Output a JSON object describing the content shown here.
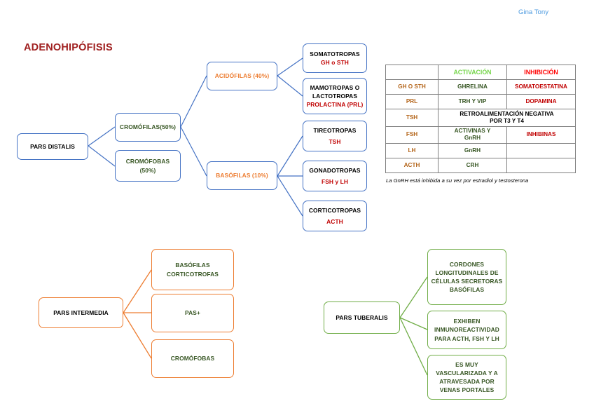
{
  "author": "Gina Tony",
  "title": "ADENOHIPÓFISIS",
  "colors": {
    "title": "#A02020",
    "author": "#4E9BE0",
    "blue_border": "#4472C4",
    "orange_border": "#ED7D31",
    "green_border": "#70AD47",
    "red_text": "#C00000",
    "green_text": "#375623",
    "orange_text": "#ED7D31",
    "brown_text": "#B4651A",
    "header_green": "#76D64B",
    "header_red": "#FF0000"
  },
  "pars_distalis": {
    "root": "PARS DISTALIS",
    "level2": [
      {
        "label": "CROMÓFILAS(50%)"
      },
      {
        "label_line1": "CROMÓFOBAS",
        "label_line2": "(50%)"
      }
    ],
    "level3": [
      {
        "label": "ACIDÓFILAS (40%)"
      },
      {
        "label": "BASÓFILAS (10%)"
      }
    ],
    "acidofilas_children": [
      {
        "name": "SOMATOTROPAS",
        "hormone": "GH o STH"
      },
      {
        "name_line1": "MAMOTROPAS O",
        "name_line2": "LACTOTROPAS",
        "hormone": "PROLACTINA (PRL)"
      }
    ],
    "basofilas_children": [
      {
        "name": "TIREOTROPAS",
        "hormone": "TSH"
      },
      {
        "name": "GONADOTROPAS",
        "hormone": "FSH y LH"
      },
      {
        "name": "CORTICOTROPAS",
        "hormone": "ACTH"
      }
    ]
  },
  "table": {
    "headers": [
      "",
      "ACTIVACIÓN",
      "INHIBICIÓN"
    ],
    "rows": [
      {
        "label": "GH O STH",
        "activacion": "GHRELINA",
        "inhibicion": "SOMATOESTATINA"
      },
      {
        "label": "PRL",
        "activacion": "TRH Y VIP",
        "inhibicion": "DOPAMINA"
      },
      {
        "label": "TSH",
        "span_text_line1": "RETROALIMENTACIÓN NEGATIVA",
        "span_text_line2": "POR T3 Y T4"
      },
      {
        "label": "FSH",
        "activacion_line1": "ACTIVINAS Y",
        "activacion_line2": "GnRH",
        "inhibicion": "INHIBINAS"
      },
      {
        "label": "LH",
        "activacion": "GnRH",
        "inhibicion": ""
      },
      {
        "label": "ACTH",
        "activacion": "CRH",
        "inhibicion": ""
      }
    ],
    "note": "La GnRH está inhibida a su vez por estradiol y testosterona"
  },
  "pars_intermedia": {
    "root": "PARS INTERMEDIA",
    "children": [
      {
        "line1": "BASÓFILAS",
        "line2": "CORTICOTROFAS"
      },
      {
        "line1": "PAS+"
      },
      {
        "line1": "CROMÓFOBAS"
      }
    ]
  },
  "pars_tuberalis": {
    "root": "PARS TUBERALIS",
    "children": [
      {
        "line1": "CORDONES",
        "line2": "LONGITUDINALES DE",
        "line3": "CÉLULAS SECRETORAS",
        "line4": "BASÓFILAS"
      },
      {
        "line1": "EXHIBEN",
        "line2": "INMUNOREACTIVIDAD",
        "line3": "PARA ACTH, FSH Y LH"
      },
      {
        "line1": "ES MUY",
        "line2": "VASCULARIZADA Y A",
        "line3": "ATRAVESADA POR",
        "line4": "VENAS PORTALES"
      }
    ]
  }
}
